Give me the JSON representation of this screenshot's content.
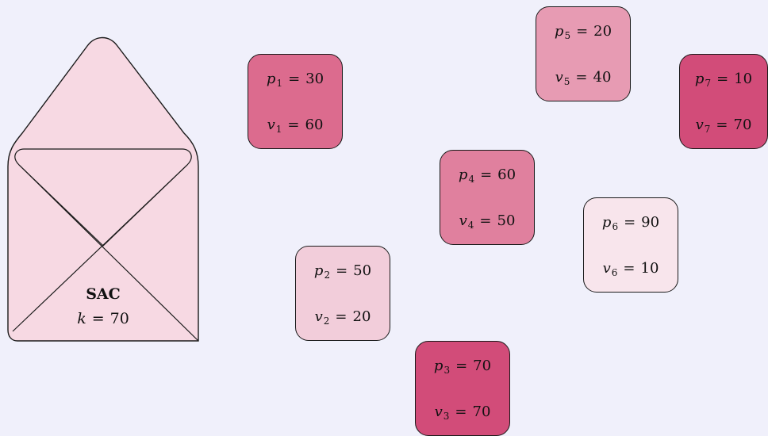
{
  "colors": {
    "background": "#f0f0fb",
    "envelope_fill": "#f7d9e3",
    "stroke": "#1a1a1a"
  },
  "sac": {
    "title": "SAC",
    "capacity_var": "k",
    "capacity_value": "70"
  },
  "items": [
    {
      "index": "1",
      "p": "30",
      "v": "60",
      "color": "#dc6b8e"
    },
    {
      "index": "2",
      "p": "50",
      "v": "20",
      "color": "#f2cdda"
    },
    {
      "index": "3",
      "p": "70",
      "v": "70",
      "color": "#d24c79"
    },
    {
      "index": "4",
      "p": "60",
      "v": "50",
      "color": "#e0809e"
    },
    {
      "index": "5",
      "p": "20",
      "v": "40",
      "color": "#e79bb3"
    },
    {
      "index": "6",
      "p": "90",
      "v": "10",
      "color": "#f8e5ec"
    },
    {
      "index": "7",
      "p": "10",
      "v": "70",
      "color": "#d24c79"
    }
  ]
}
